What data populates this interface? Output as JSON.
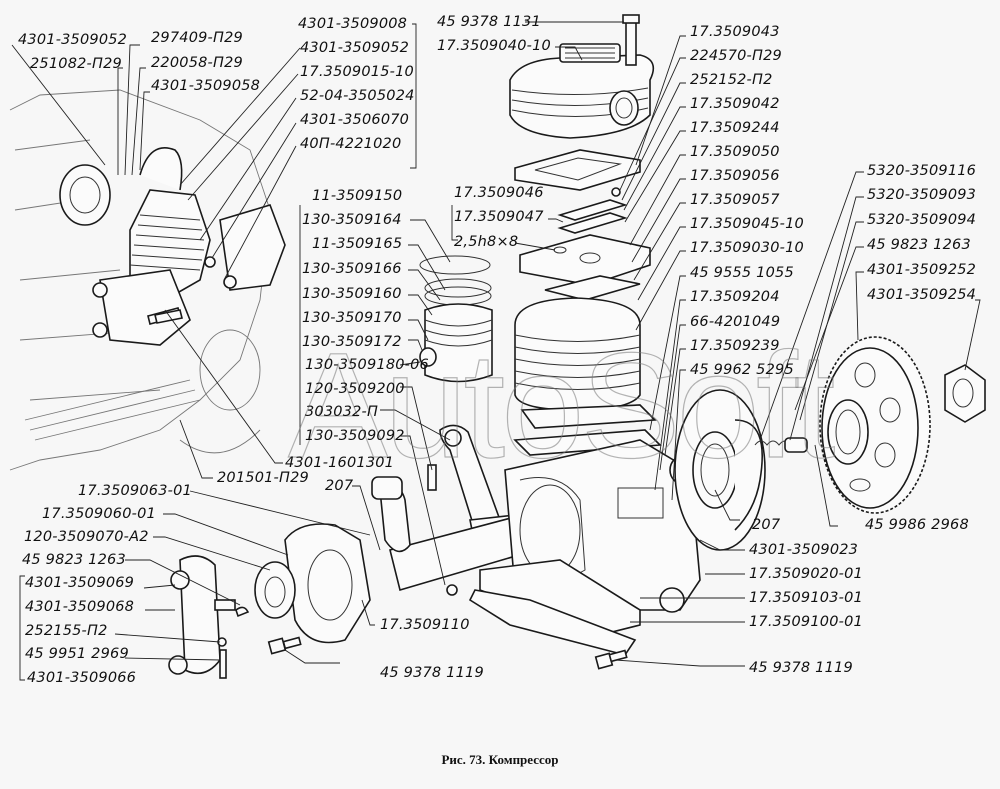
{
  "figure": {
    "caption": "Рис. 73. Компрессор",
    "watermark": "AutoSoft"
  },
  "labels": {
    "top_left": [
      "4301-3509052",
      "251082-П29",
      "297409-П29",
      "220058-П29",
      "4301-3509058"
    ],
    "top_center_bracket": [
      "4301-3509008",
      "4301-3509052",
      "17.3509015-10",
      "52-04-3505024",
      "4301-3506070",
      "40П-4221020"
    ],
    "head_bolt": [
      "45 9378 1131",
      "17.3509040-10"
    ],
    "right_column_upper": [
      "17.3509043",
      "224570-П29",
      "252152-П2",
      "17.3509042",
      "17.3509244",
      "17.3509050",
      "17.3509056",
      "17.3509057",
      "17.3509045-10",
      "17.3509030-10",
      "45 9555 1055",
      "17.3509204",
      "66-4201049",
      "17.3509239",
      "45 9962 5295"
    ],
    "gear_column": [
      "5320-3509116",
      "5320-3509093",
      "5320-3509094",
      "45 9823 1263",
      "4301-3509252",
      "4301-3509254"
    ],
    "valve_plate": [
      "17.3509046",
      "17.3509047",
      "2,5h8×8"
    ],
    "piston_column": [
      "11-3509150",
      "130-3509164",
      "11-3509165",
      "130-3509166",
      "130-3509160",
      "130-3509170",
      "130-3509172",
      "130-3509180-06",
      "120-3509200",
      "303032-П",
      "130-3509092",
      "4301-1601301"
    ],
    "misc": {
      "bolt_201501": "201501-П29",
      "bearing_left": "207",
      "bearing_right": "207",
      "gear_bolt": "45 9986 2968",
      "cover_110": "17.3509110",
      "bolt_left": "45 9378 1119",
      "bolt_right": "45 9378 1119"
    },
    "bottom_left": [
      "17.3509063-01",
      "17.3509060-01",
      "120-3509070-А2",
      "45 9823 1263",
      "4301-3509069",
      "4301-3509068",
      "252155-П2",
      "45 9951 2969",
      "4301-3509066"
    ],
    "bottom_right": [
      "4301-3509023",
      "17.3509020-01",
      "17.3509103-01",
      "17.3509100-01"
    ]
  }
}
